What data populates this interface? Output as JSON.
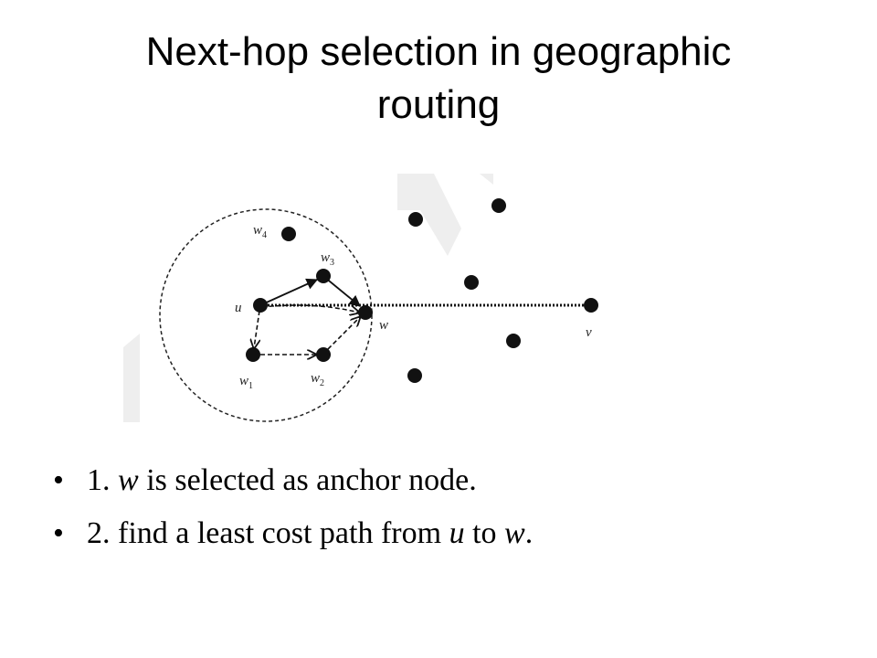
{
  "slide": {
    "title_line1": "Next-hop selection in geographic",
    "title_line2": "routing"
  },
  "figure": {
    "labels": {
      "u": "u",
      "w": "w",
      "v": "v",
      "w1": {
        "base": "w",
        "sub": "1"
      },
      "w2": {
        "base": "w",
        "sub": "2"
      },
      "w3": {
        "base": "w",
        "sub": "3"
      },
      "w4": {
        "base": "w",
        "sub": "4"
      }
    }
  },
  "bullets": [
    {
      "marker": "•",
      "prefix": "1. ",
      "em1": "w",
      "mid": " is selected as anchor node.",
      "em2": "",
      "end": ""
    },
    {
      "marker": "•",
      "prefix": "2. find a least cost path from ",
      "em1": "u",
      "mid": " to ",
      "em2": "w",
      "end": "."
    }
  ]
}
